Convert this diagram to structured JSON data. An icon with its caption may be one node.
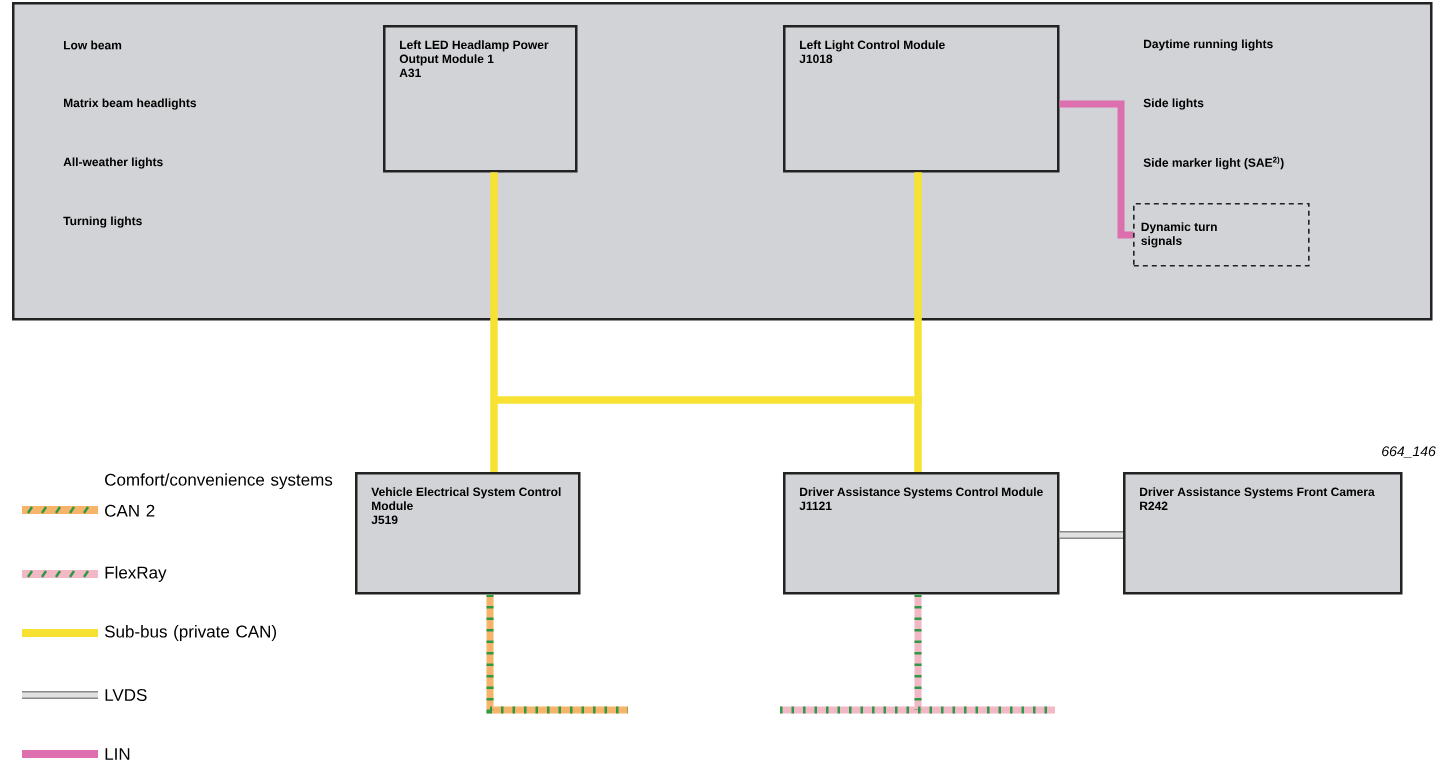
{
  "diagram": {
    "nodes": [
      {
        "text": [
          "Low beam",
          "Matrix beam headlights",
          "All-weather lights",
          "Turning lights",
          "Daytime running lights",
          "Side lights",
          "Side marker light (SAE$^{2)}$)"
        ]
      },
      {
        "text": [
          "Left LED Headlamp Power Output Module 1",
          "A31"
        ],
        "in": 0
      },
      {
        "text": [
          "Left Light Control Module",
          "J1018"
        ],
        "in": 0
      },
      {
        "text": [
          "Dynamic turn signals"
        ],
        "in": 0
      },
      {
        "text": [
          "Vehicle Electrical System Control Module",
          "J519"
        ]
      },
      {
        "text": [
          "Driver Assistance Systems Control Module",
          "J1121"
        ]
      },
      {
        "text": [
          "Driver Assistance Systems Front Camera",
          "R242"
        ]
      }
    ],
    "edges": [
      {
        "from": 1,
        "to": 4,
        "arrow": "none",
        "color": "#f7e233"
      },
      {
        "from": 1,
        "to": 5,
        "arrow": "none",
        "color": "#f7e233"
      },
      {
        "from": 2,
        "to": 4,
        "arrow": "none",
        "color": "#f7e233"
      },
      {
        "from": 2,
        "to": 5,
        "arrow": "none",
        "color": "#f7e233"
      },
      {
        "from": 2,
        "to": 3,
        "arrow": "none",
        "color": "#dd6fae"
      },
      {
        "from": 5,
        "to": 6,
        "arrow": "none",
        "color": "#8a8a8a"
      },
      {
        "from": 4,
        "to": null,
        "arrow": "none",
        "color": "#f5b46a"
      },
      {
        "from": 5,
        "to": null,
        "arrow": "none",
        "color": "#f2b8c6"
      }
    ],
    "labels": [
      "664_146"
    ],
    "legend": [
      {
        "text": "Comfort/convenience systems CAN 2",
        "color": "#f5b46a"
      },
      {
        "text": "FlexRay",
        "color": "#f2b8c6"
      },
      {
        "text": "Sub-bus (private CAN)",
        "color": "#f7e233"
      },
      {
        "text": "LVDS",
        "color": "#8a8a8a"
      },
      {
        "text": "LIN",
        "color": "#dd6fae"
      }
    ]
  }
}
